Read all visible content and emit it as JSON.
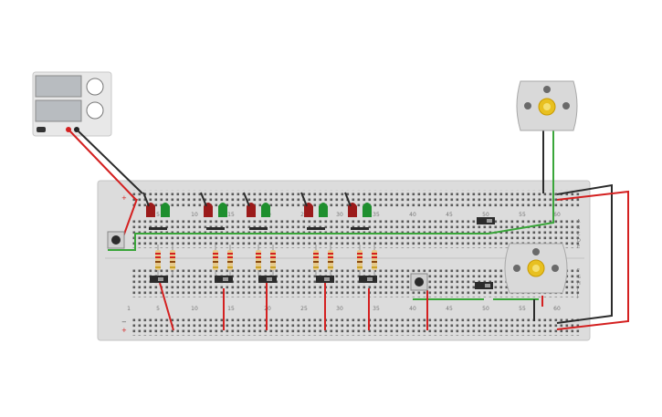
{
  "circuit": {
    "column_labels": [
      "1",
      "5",
      "10",
      "15",
      "20",
      "25",
      "30",
      "35",
      "40",
      "45",
      "50",
      "55",
      "60"
    ],
    "row_labels_top": [
      "A",
      "B",
      "C",
      "D",
      "E"
    ],
    "row_labels_bottom": [
      "F",
      "G",
      "H",
      "I",
      "J"
    ],
    "rail_minus": "−",
    "rail_plus": "+"
  },
  "led_pairs": 5,
  "led_colors": {
    "red": "#9b1a1a",
    "green": "#1e8f2e"
  },
  "wire_colors": {
    "red": "#d42020",
    "black": "#2b2b2b",
    "green": "#3aa63a"
  }
}
